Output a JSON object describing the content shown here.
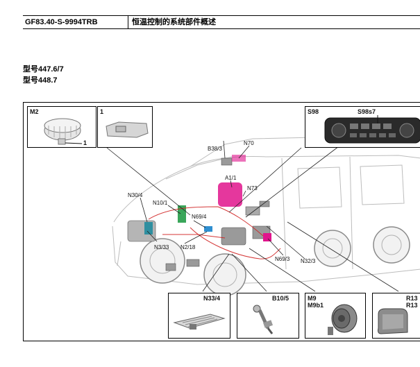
{
  "header": {
    "code": "GF83.40-S-9994TRB",
    "title": "恒温控制的系统部件概述"
  },
  "models": [
    "型号447.6/7",
    "型号448.7"
  ],
  "figure": {
    "callouts": {
      "b38_3": "B38/3",
      "n70": "N70",
      "a1_1": "A1/1",
      "n73": "N73",
      "n30_4": "N30/4",
      "n10_1": "N10/1",
      "n69_4": "N69/4",
      "n3_33": "N3/33",
      "n2_18": "N2/18",
      "n69_3": "N69/3",
      "n32_3": "N32/3"
    },
    "insets": {
      "m2": {
        "label": "M2",
        "part_no": "1"
      },
      "part1": {
        "label": "1"
      },
      "s98": {
        "label": "S98",
        "sub_label": "S98s7"
      },
      "n33_4": {
        "label": "N33/4"
      },
      "b10_5": {
        "label": "B10/5"
      },
      "m9": {
        "label": "M9",
        "sub_label": "M9b1"
      },
      "r13": {
        "label": "R13",
        "sub_label": "R13"
      }
    }
  }
}
